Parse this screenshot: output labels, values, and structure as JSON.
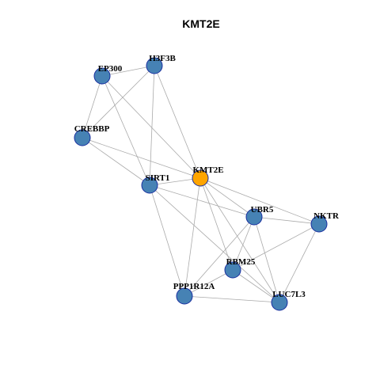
{
  "title": "KMT2E",
  "colors": {
    "edge": "#aaaaaa",
    "node_fill": "#4682b4",
    "node_stroke": "#1a2fa0",
    "focus_fill": "#ffa500",
    "background": "#ffffff"
  },
  "nodes": [
    {
      "id": "KMT2E",
      "label": "KMT2E",
      "focus": true
    },
    {
      "id": "EP300",
      "label": "EP300",
      "focus": false
    },
    {
      "id": "H3F3B",
      "label": "H3F3B",
      "focus": false
    },
    {
      "id": "CREBBP",
      "label": "CREBBP",
      "focus": false
    },
    {
      "id": "SIRT1",
      "label": "SIRT1",
      "focus": false
    },
    {
      "id": "UBR5",
      "label": "UBR5",
      "focus": false
    },
    {
      "id": "NKTR",
      "label": "NKTR",
      "focus": false
    },
    {
      "id": "RBM25",
      "label": "RBM25",
      "focus": false
    },
    {
      "id": "PPP1R12A",
      "label": "PPP1R12A",
      "focus": false
    },
    {
      "id": "LUC7L3",
      "label": "LUC7L3",
      "focus": false
    }
  ],
  "edges": [
    [
      "EP300",
      "H3F3B"
    ],
    [
      "EP300",
      "CREBBP"
    ],
    [
      "EP300",
      "SIRT1"
    ],
    [
      "EP300",
      "KMT2E"
    ],
    [
      "H3F3B",
      "CREBBP"
    ],
    [
      "H3F3B",
      "SIRT1"
    ],
    [
      "H3F3B",
      "KMT2E"
    ],
    [
      "CREBBP",
      "SIRT1"
    ],
    [
      "CREBBP",
      "KMT2E"
    ],
    [
      "SIRT1",
      "KMT2E"
    ],
    [
      "SIRT1",
      "UBR5"
    ],
    [
      "SIRT1",
      "PPP1R12A"
    ],
    [
      "SIRT1",
      "LUC7L3"
    ],
    [
      "KMT2E",
      "UBR5"
    ],
    [
      "KMT2E",
      "NKTR"
    ],
    [
      "KMT2E",
      "RBM25"
    ],
    [
      "KMT2E",
      "PPP1R12A"
    ],
    [
      "KMT2E",
      "LUC7L3"
    ],
    [
      "UBR5",
      "NKTR"
    ],
    [
      "UBR5",
      "RBM25"
    ],
    [
      "UBR5",
      "PPP1R12A"
    ],
    [
      "UBR5",
      "LUC7L3"
    ],
    [
      "NKTR",
      "RBM25"
    ],
    [
      "NKTR",
      "LUC7L3"
    ],
    [
      "RBM25",
      "PPP1R12A"
    ],
    [
      "RBM25",
      "LUC7L3"
    ],
    [
      "PPP1R12A",
      "LUC7L3"
    ]
  ]
}
